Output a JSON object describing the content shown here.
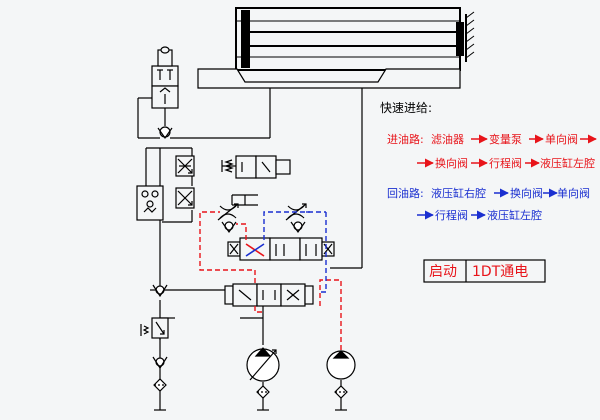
{
  "title": "快速进给:",
  "supply_path": {
    "label": "进油路:",
    "line1": [
      "滤油器",
      "变量泵",
      "单向阀"
    ],
    "line2": [
      "换向阀",
      "行程阀",
      "液压缸左腔"
    ]
  },
  "return_path": {
    "label": "回油路:",
    "line1": [
      "液压缸右腔",
      "换向阀",
      "单向阀"
    ],
    "line2": [
      "行程阀",
      "液压缸左腔"
    ]
  },
  "status_box": {
    "left": "启动",
    "right": "1DT通电"
  },
  "colors": {
    "supply": "#e8141a",
    "return": "#1a2fd0",
    "line": "#000000",
    "background": "#f4f6f7",
    "status_text": "#e8141a"
  }
}
